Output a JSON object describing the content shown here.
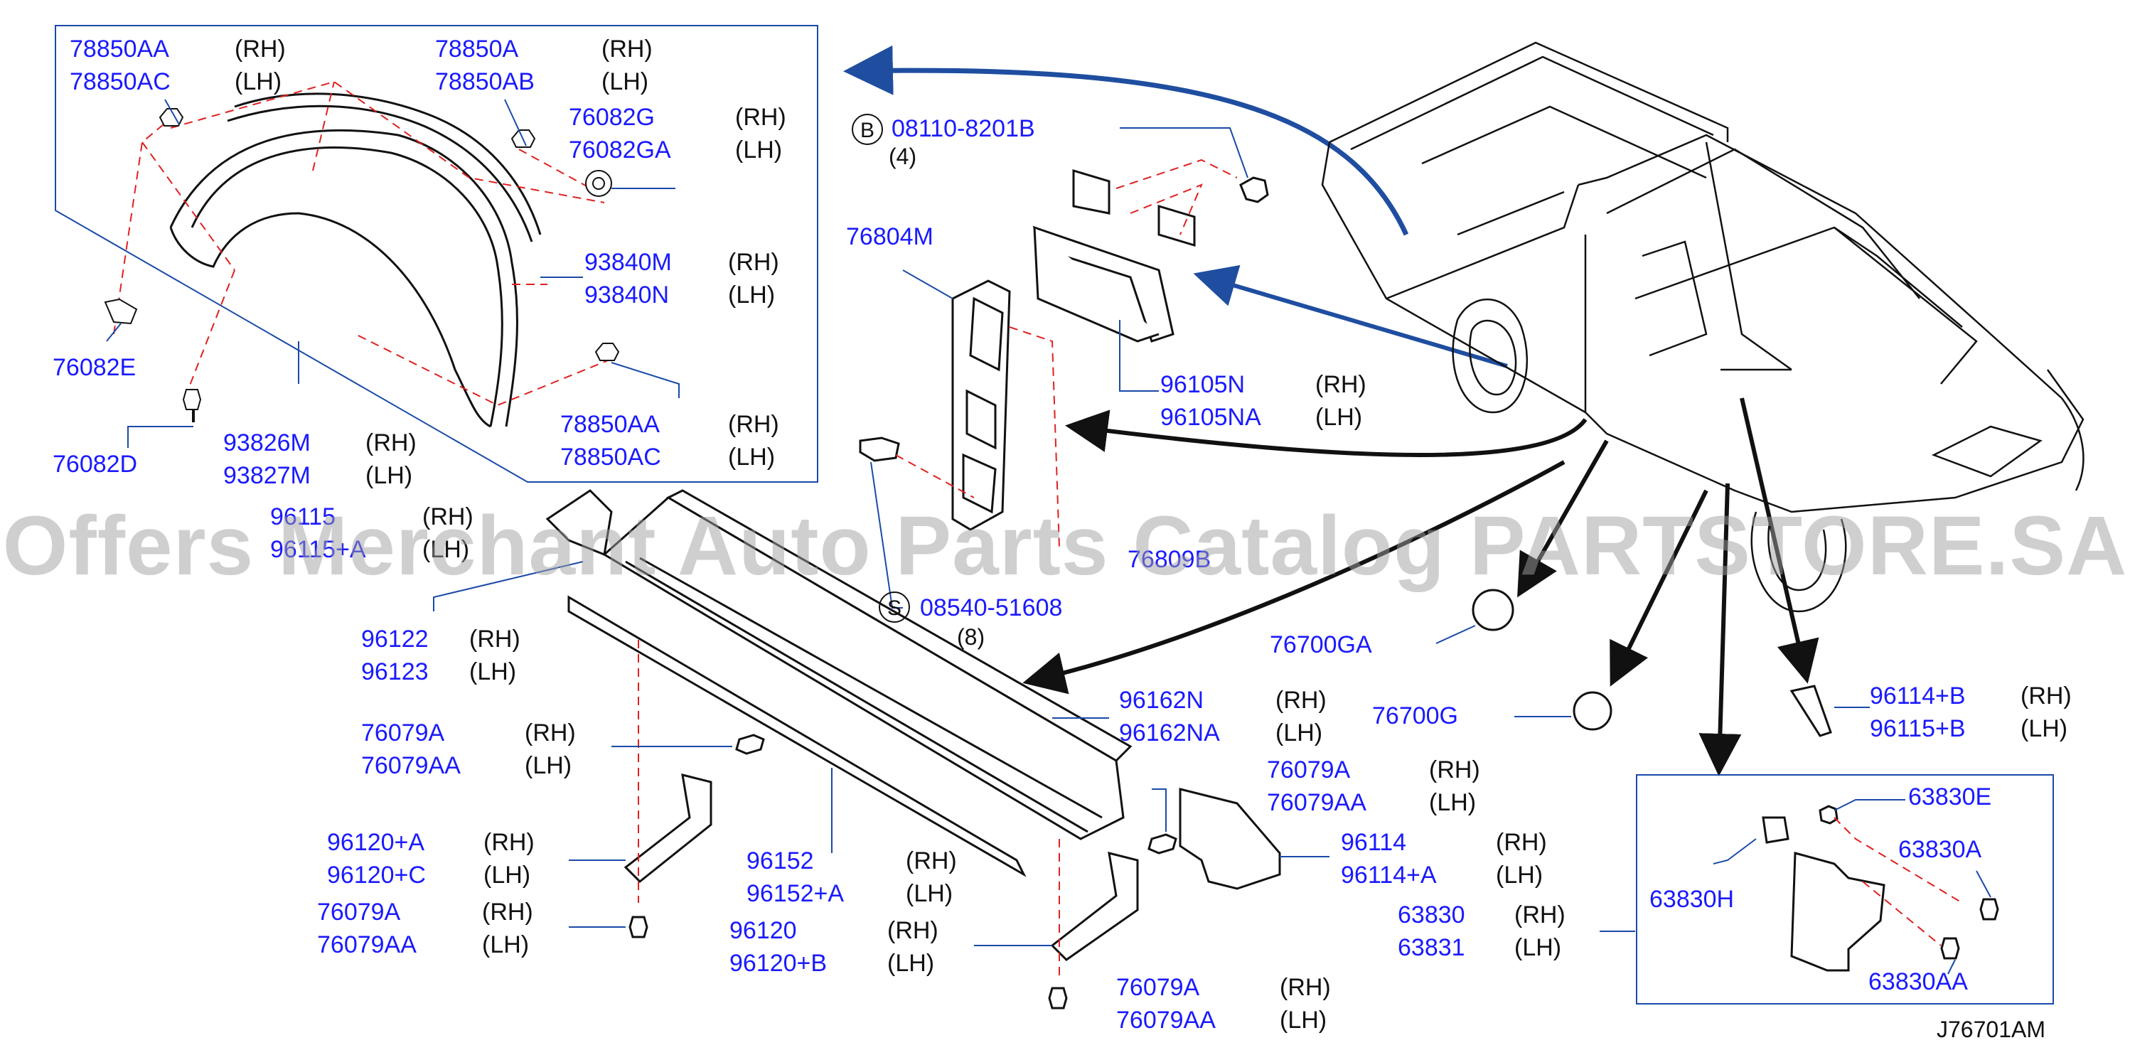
{
  "diagram_code": "J76701AM",
  "watermark": "Offers Merchant Auto Parts Catalog PARTSTORE.SA",
  "sides": {
    "rh": "(RH)",
    "lh": "(LH)"
  },
  "colors": {
    "part_number": "#1a1aff",
    "leader": "#1a4aa8",
    "arrow_blue": "#1f4ea0",
    "dash": "#e02020",
    "line": "#111111"
  },
  "callouts": {
    "p78850AA_top": "78850AA",
    "p78850AC_top": "78850AC",
    "p78850A": "78850A",
    "p78850AB": "78850AB",
    "p76082G": "76082G",
    "p76082GA": "76082GA",
    "p93840M": "93840M",
    "p93840N": "93840N",
    "p76082E": "76082E",
    "p78850AA_b": "78850AA",
    "p78850AC_b": "78850AC",
    "p76082D": "76082D",
    "p93826M": "93826M",
    "p93827M": "93827M",
    "p08110": "08110-8201B",
    "q4": "(4)",
    "circB": "B",
    "p76804M": "76804M",
    "p96105N": "96105N",
    "p96105NA": "96105NA",
    "p96115": "96115",
    "p96115A": "96115+A",
    "p76809B": "76809B",
    "p08540": "08540-51608",
    "q8": "(8)",
    "circS": "S",
    "p96122": "96122",
    "p96123": "96123",
    "p76700GA": "76700GA",
    "p76700G": "76700G",
    "p96162N": "96162N",
    "p96162NA": "96162NA",
    "p96114B": "96114+B",
    "p96115B": "96115+B",
    "p76079A_1": "76079A",
    "p76079AA_1": "76079AA",
    "p76079A_2": "76079A",
    "p76079AA_2": "76079AA",
    "p96120A": "96120+A",
    "p96120C": "96120+C",
    "p76079A_3": "76079A",
    "p76079AA_3": "76079AA",
    "p96152": "96152",
    "p96152A": "96152+A",
    "p96120": "96120",
    "p96120B": "96120+B",
    "p96114": "96114",
    "p96114A": "96114+A",
    "p76079A_4": "76079A",
    "p76079AA_4": "76079AA",
    "p63830E": "63830E",
    "p63830A": "63830A",
    "p63830H": "63830H",
    "p63830": "63830",
    "p63831": "63831",
    "p63830AA": "63830AA"
  }
}
